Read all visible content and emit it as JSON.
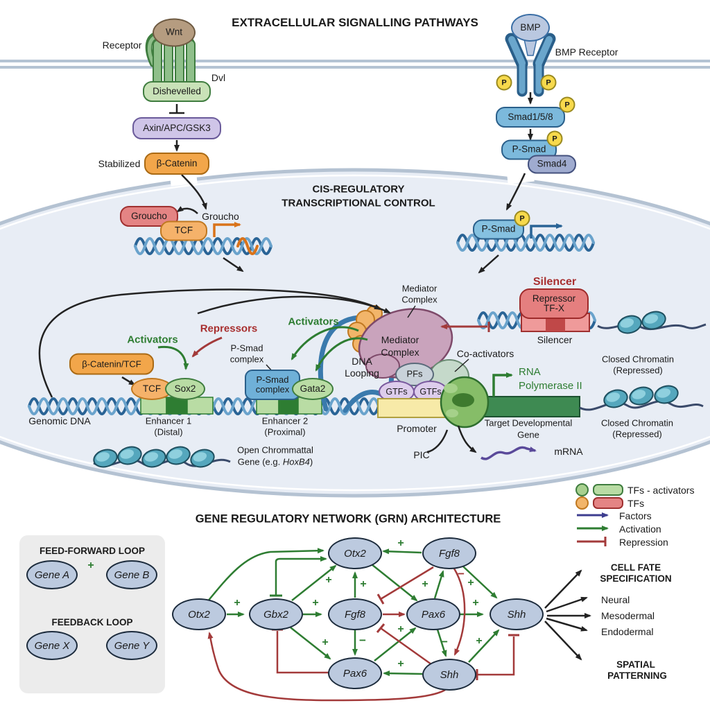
{
  "top": {
    "title": "EXTRACELLULAR SIGNALLING PATHWAYS",
    "wnt": "Wnt",
    "receptor": "Receptor",
    "dvl": "Dvl",
    "dishevelled": "Dishevelled",
    "axin": "Axin/APC/GSK3",
    "stabilized": "Stabilized",
    "b_catenin": "β-Catenin",
    "bmp": "BMP",
    "bmp_receptor": "BMP Receptor",
    "p": "P",
    "smad158": "Smad1/5/8",
    "p_smad": "P-Smad",
    "smad4": "Smad4"
  },
  "nucleus": {
    "cis_line1": "CIS-REGULATORY",
    "cis_line2": "TRANSCRIPTIONAL CONTROL",
    "groucho": "Groucho",
    "groucho_label": "Groucho",
    "tcf": "TCF",
    "p_smad": "P-Smad",
    "silencer_title": "Silencer",
    "repressor_line1": "Repressor",
    "repressor_line2": "TF-X",
    "silencer_label": "Silencer",
    "closed_line1": "Closed Chromatin",
    "closed_line2": "(Repressed)",
    "mediator_line1": "Mediator",
    "mediator_line2": "Complex",
    "activators": "Activators",
    "repressors": "Repressors",
    "p_smad_complex_line1": "P-Smad",
    "p_smad_complex_line2": "complex",
    "b_catenin_tcf": "β-Catenin/TCF",
    "sox2": "Sox2",
    "gata2": "Gata2",
    "genomic_dna": "Genomic DNA",
    "enhancer1": "Enhancer 1",
    "distal": "(Distal)",
    "enhancer2": "Enhancer 2",
    "proximal": "(Proximal)",
    "dna_line1": "DNA",
    "dna_line2": "Looping",
    "pfs": "PFs",
    "gtfs": "GTFs",
    "co_activators": "Co-activators",
    "promoter": "Promoter",
    "pic": "PIC",
    "target_line1": "Target Developmental",
    "target_line2": "Gene",
    "rna_line1": "RNA",
    "rna_line2": "Polymerase II",
    "mrna": "mRNA",
    "open_line1": "Open Chrommattal",
    "open_line2a": "Gene (e.g. ",
    "open_line2b": "HoxB4",
    "open_line2c": ")"
  },
  "grn": {
    "title": "GENE REGULATORY NETWORK (GRN) ARCHITECTURE",
    "ffl_title": "FEED-FORWARD LOOP",
    "gene_a": "Gene A",
    "gene_b": "Gene B",
    "fbl_title": "FEEDBACK LOOP",
    "gene_x": "Gene X",
    "gene_y": "Gene Y",
    "otx2": "Otx2",
    "gbx2": "Gbx2",
    "fgf8": "Fgf8",
    "pax6": "Pax6",
    "shh": "Shh",
    "plus": "+",
    "minus": "−",
    "cell_fate_line1": "CELL FATE",
    "cell_fate_line2": "SPECIFICATION",
    "neural": "Neural",
    "mesodermal": "Mesodermal",
    "endodermal": "Endodermal",
    "spatial_line1": "SPATIAL",
    "spatial_line2": "PATTERNING"
  },
  "legend": {
    "tfs_activators": "TFs - activators",
    "tfs": "TFs",
    "factors": "Factors",
    "activation": "Activation",
    "repression": "Repression"
  },
  "colors": {
    "activation_green": "#2e7d32",
    "repression_red": "#a33a3a",
    "factors_navy": "#3d3d8f",
    "mrna_purple": "#5a4a9a",
    "membrane": "#b4c3d3",
    "nucleus_fill": "#e8edf5"
  }
}
